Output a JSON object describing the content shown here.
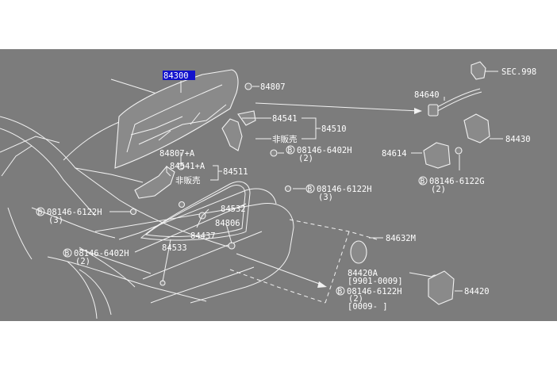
{
  "diagram": {
    "colors": {
      "background": "#7c7c7c",
      "line": "#f2f2f2",
      "highlight": "#1212cc",
      "page": "#ffffff"
    },
    "labels": {
      "p84300": "84300",
      "p84807": "84807",
      "p84541": "84541",
      "p84510": "84510",
      "hanbai1": "非販売",
      "b_6402_top": "08146-6402H",
      "b_6402_top_qty": "(2)",
      "p84807a": "84807+A",
      "p84541a": "84541+A",
      "p84511": "84511",
      "hanbai2": "非販売",
      "b_6122_mid": "08146-6122H",
      "b_6122_mid_qty": "(3)",
      "b_6122_left": "08146-6122H",
      "b_6122_left_qty": "(3)",
      "p84532": "84532",
      "p84806": "84806",
      "p84437": "84437",
      "p84533": "84533",
      "b_6402_left": "08146-6402H",
      "b_6402_left_qty": "(2)",
      "p84632m": "84632M",
      "sec998": "SEC.998",
      "p84640": "84640",
      "p84430": "84430",
      "p84614": "84614",
      "b_6122g": "08146-6122G",
      "b_6122g_qty": "(2)",
      "p84420a": "84420A",
      "range1": "[9901-0009]",
      "b_6122_bot": "08146-6122H",
      "b_6122_bot_qty": "(2)",
      "range2": "[0009-     ]",
      "p84420": "84420"
    }
  }
}
